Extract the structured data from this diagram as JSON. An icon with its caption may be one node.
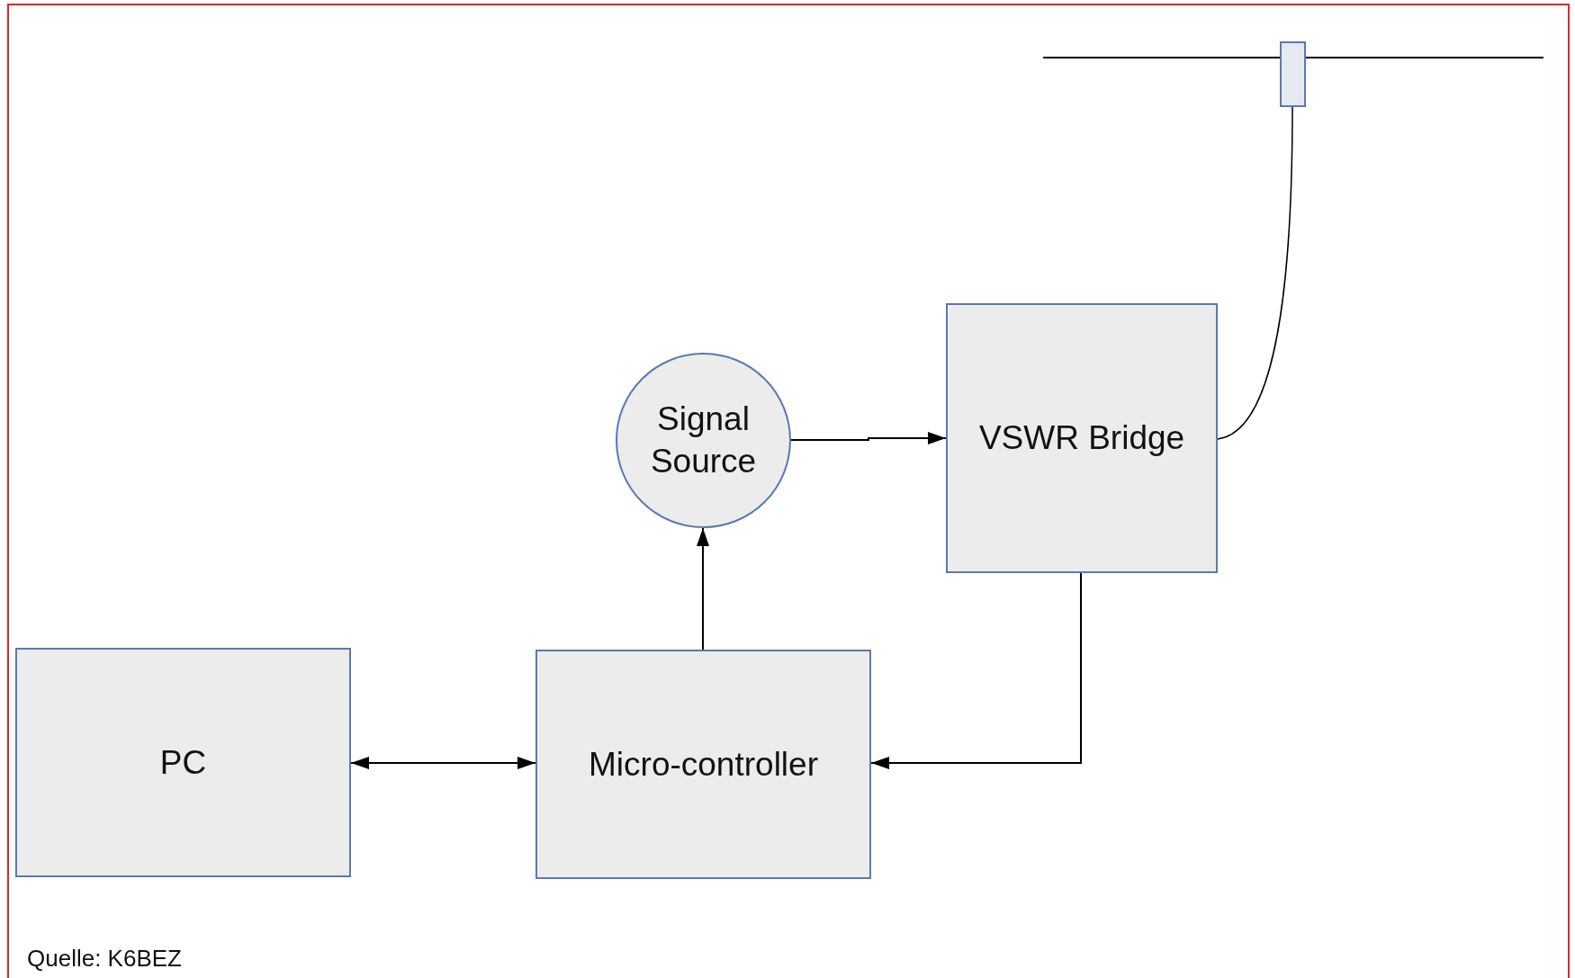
{
  "diagram": {
    "nodes": [
      {
        "text": [
          "PC"
        ]
      },
      {
        "text": [
          "Micro-controller"
        ]
      },
      {
        "text": [
          "Signal Source"
        ]
      },
      {
        "text": [
          "VSWR Bridge"
        ]
      },
      {
        "text": [],
        "shape": "picture"
      }
    ],
    "edges": [
      {
        "from": 0,
        "to": 1,
        "arrow": "both"
      },
      {
        "from": 1,
        "to": 2,
        "arrow": "to"
      },
      {
        "from": 2,
        "to": 3,
        "arrow": "to"
      },
      {
        "from": 3,
        "to": 1,
        "arrow": "to"
      },
      {
        "from": 3,
        "to": 4,
        "arrow": "none"
      }
    ],
    "labels": [
      "Quelle: K6BEZ"
    ]
  }
}
